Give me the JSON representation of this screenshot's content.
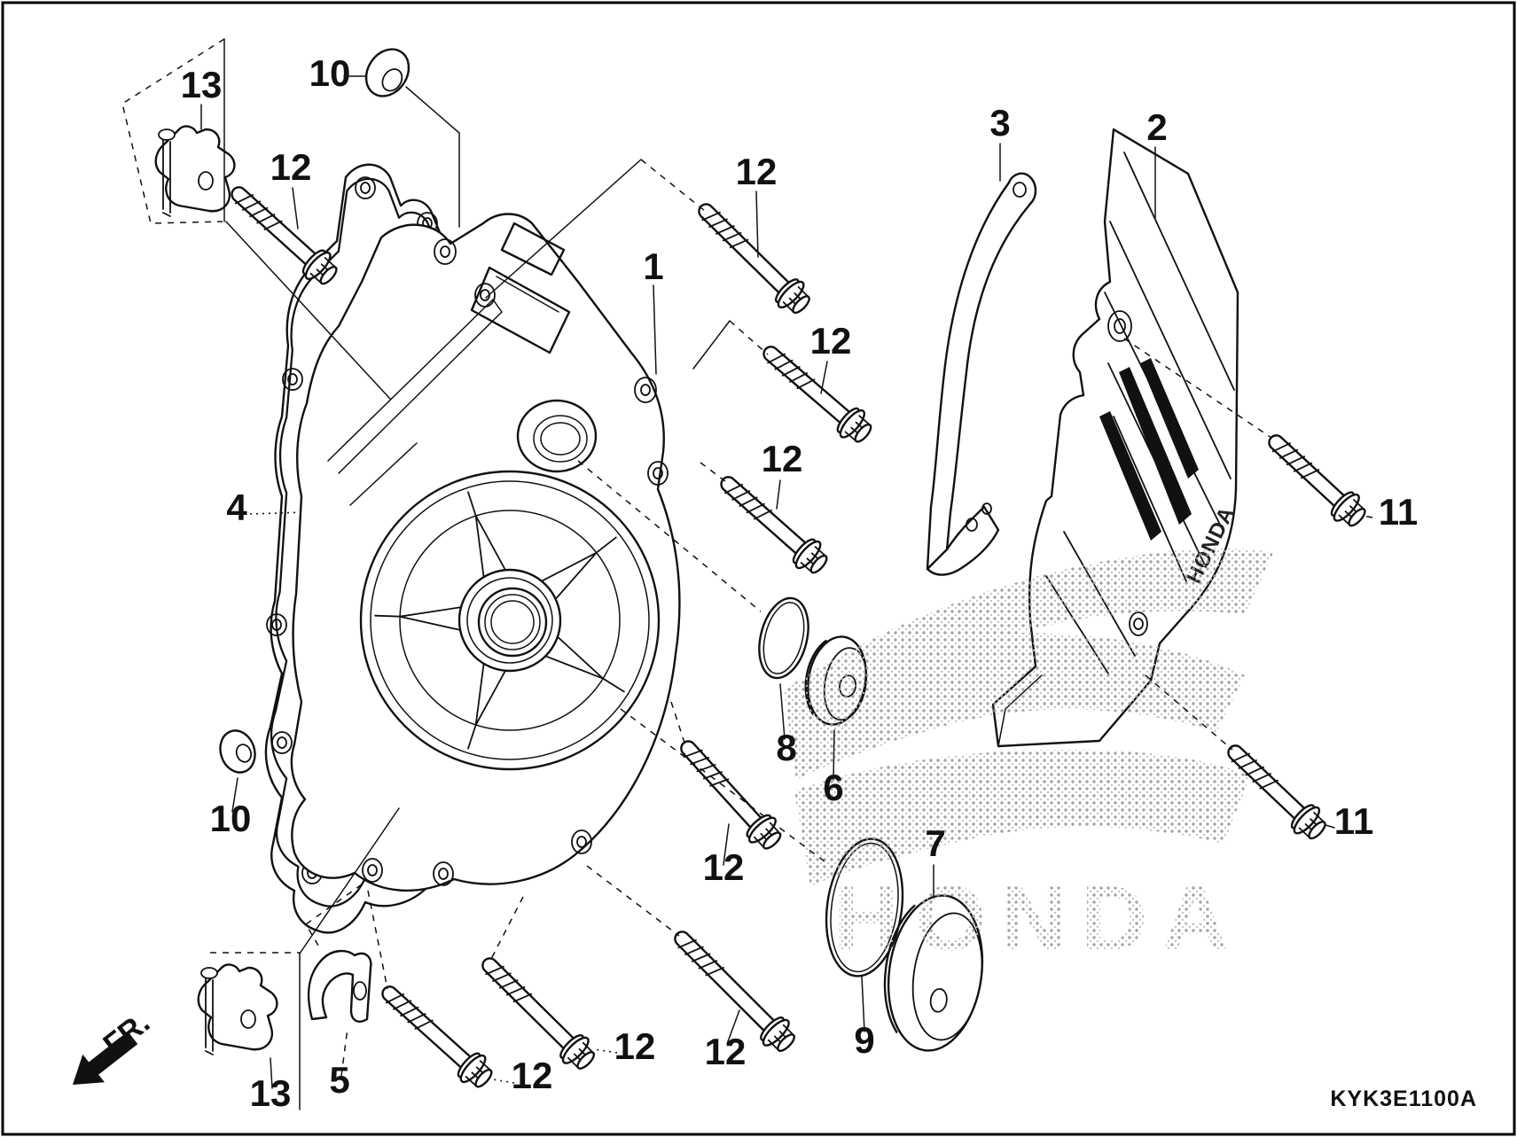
{
  "figure": {
    "code": "KYK3E1100A",
    "direction_label": "FR.",
    "watermark": "HONDA",
    "cover_emboss": "HONDA",
    "ink_color": "#111111",
    "paper_color": "#ffffff",
    "watermark_dot_color": "#9a9a9a"
  },
  "callouts": [
    {
      "part": "13"
    },
    {
      "part": "10"
    },
    {
      "part": "12"
    },
    {
      "part": "1"
    },
    {
      "part": "12"
    },
    {
      "part": "12"
    },
    {
      "part": "3"
    },
    {
      "part": "2"
    },
    {
      "part": "4"
    },
    {
      "part": "12"
    },
    {
      "part": "11"
    },
    {
      "part": "8"
    },
    {
      "part": "6"
    },
    {
      "part": "10"
    },
    {
      "part": "12"
    },
    {
      "part": "7"
    },
    {
      "part": "9"
    },
    {
      "part": "11"
    },
    {
      "part": "12"
    },
    {
      "part": "12"
    },
    {
      "part": "12"
    },
    {
      "part": "5"
    },
    {
      "part": "13"
    }
  ]
}
